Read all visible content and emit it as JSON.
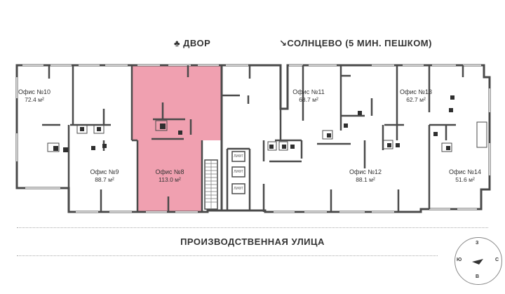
{
  "header": {
    "yard_label": "ДВОР",
    "sun_label": "СОЛНЦЕВО (5 МИН. ПЕШКОМ)"
  },
  "street_label": "ПРОИЗВОДСТВЕННАЯ УЛИЦА",
  "offices": [
    {
      "name": "Офис №10",
      "area": "72.4 м²"
    },
    {
      "name": "Офис №9",
      "area": "88.7 м²"
    },
    {
      "name": "Офис №8",
      "area": "113.0 м²",
      "highlighted": true
    },
    {
      "name": "Офис №11",
      "area": "68.7 м²"
    },
    {
      "name": "Офис №12",
      "area": "88.1 м²"
    },
    {
      "name": "Офис №13",
      "area": "62.7 м²"
    },
    {
      "name": "Офис №14",
      "area": "51.6 м²"
    }
  ],
  "lifts": [
    "ЛИФТ",
    "ЛИФТ",
    "ЛИФТ"
  ],
  "compass": {
    "north": "З",
    "south": "В",
    "west": "Ю",
    "east": "С"
  },
  "colors": {
    "highlight": "#f0a0b0",
    "wall": "#4a4a4a",
    "window": "#c9c9c9"
  }
}
